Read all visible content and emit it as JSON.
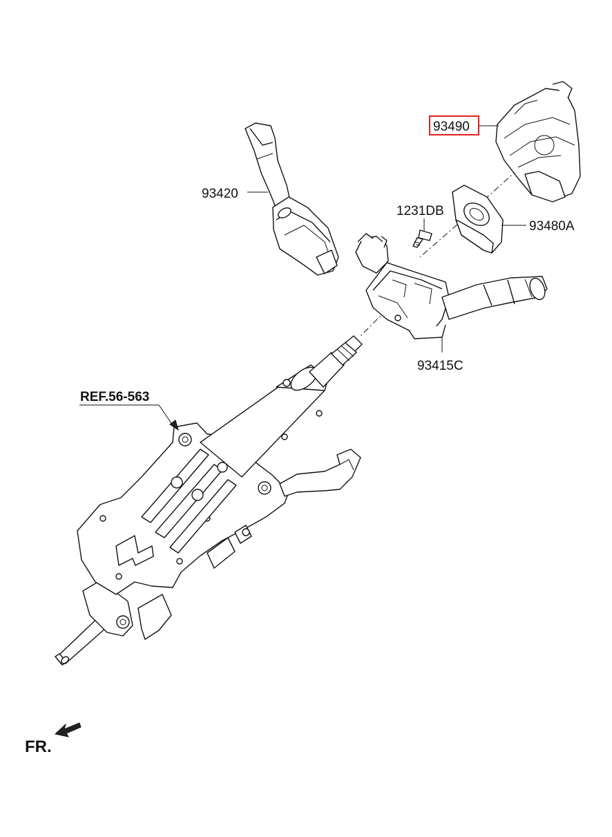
{
  "diagram": {
    "parts": [
      {
        "key": "clock_spring",
        "number": "93490",
        "highlighted": true
      },
      {
        "key": "wiper_switch",
        "number": "93420",
        "highlighted": false
      },
      {
        "key": "screw",
        "number": "1231DB",
        "highlighted": false
      },
      {
        "key": "steering_angle_sensor",
        "number": "93480A",
        "highlighted": false
      },
      {
        "key": "multifunction_switch",
        "number": "93415C",
        "highlighted": false
      }
    ],
    "reference": "REF.56-563",
    "orientation_label": "FR.",
    "colors": {
      "highlight_box": "#e0201b",
      "line": "#111111",
      "background": "#ffffff"
    }
  }
}
